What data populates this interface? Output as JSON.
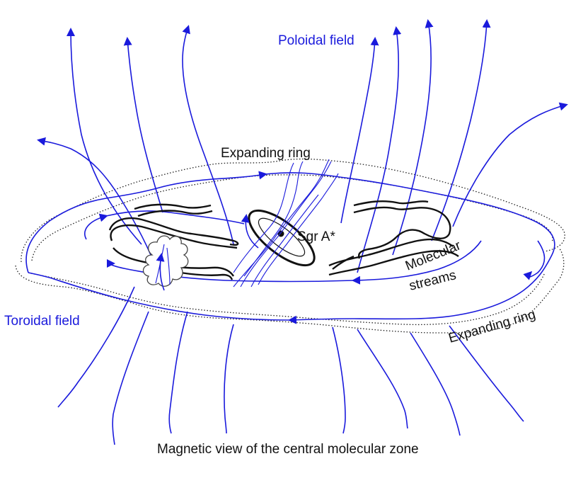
{
  "labels": {
    "poloidal_field": "Poloidal field",
    "expanding_ring_top": "Expanding ring",
    "sgr_a": "Sgr A*",
    "molecular": "Molecular",
    "streams": "streams",
    "toroidal_field": "Toroidal field",
    "expanding_ring_bottom": "Expanding ring"
  },
  "caption": "Magnetic view of the central molecular zone",
  "colors": {
    "field_lines": "#1a1adc",
    "molecular_streams": "#111111",
    "expanding_ring": "#222222"
  }
}
